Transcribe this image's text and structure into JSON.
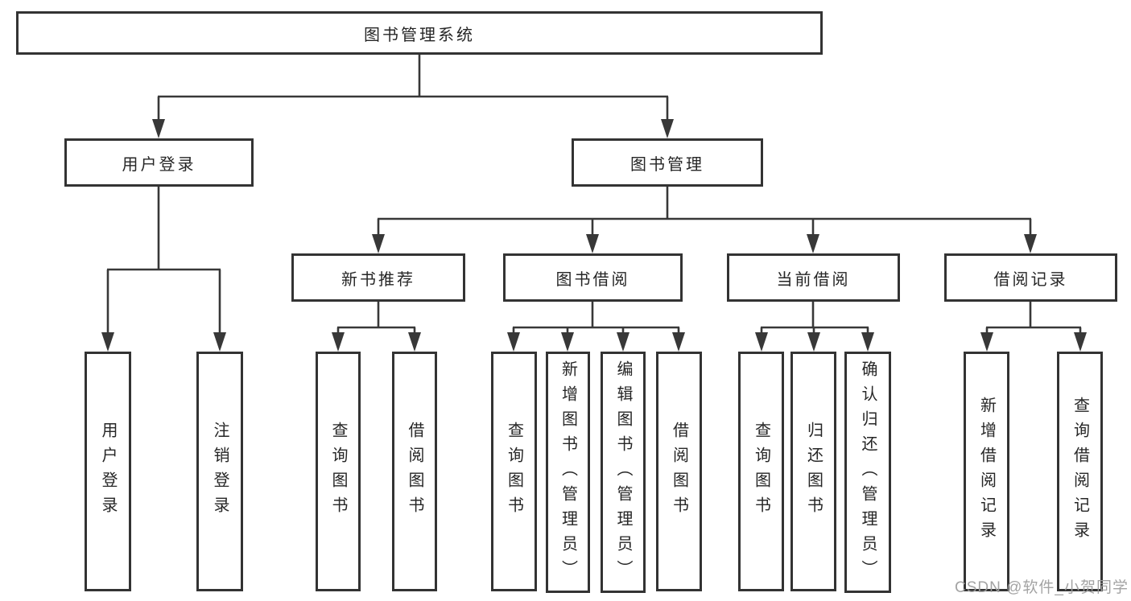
{
  "tree": {
    "label": "图书管理系统",
    "children": [
      {
        "label": "用户登录",
        "children": [
          {
            "label": "用户登录"
          },
          {
            "label": "注销登录"
          }
        ]
      },
      {
        "label": "图书管理",
        "children": [
          {
            "label": "新书推荐",
            "children": [
              {
                "label": "查询图书"
              },
              {
                "label": "借阅图书"
              }
            ]
          },
          {
            "label": "图书借阅",
            "children": [
              {
                "label": "查询图书"
              },
              {
                "label": "新增图书（管理员）"
              },
              {
                "label": "编辑图书（管理员）"
              },
              {
                "label": "借阅图书"
              }
            ]
          },
          {
            "label": "当前借阅",
            "children": [
              {
                "label": "查询图书"
              },
              {
                "label": "归还图书"
              },
              {
                "label": "确认归还（管理员）"
              }
            ]
          },
          {
            "label": "借阅记录",
            "children": [
              {
                "label": "新增借阅记录"
              },
              {
                "label": "查询借阅记录"
              }
            ]
          }
        ]
      }
    ]
  },
  "watermark": {
    "text": "CSDN @软件_小贺同学"
  },
  "colors": {
    "line": "#383838",
    "box_border": "#333333",
    "text": "#262626",
    "watermark": "#9e9e9e",
    "background": "#ffffff"
  }
}
